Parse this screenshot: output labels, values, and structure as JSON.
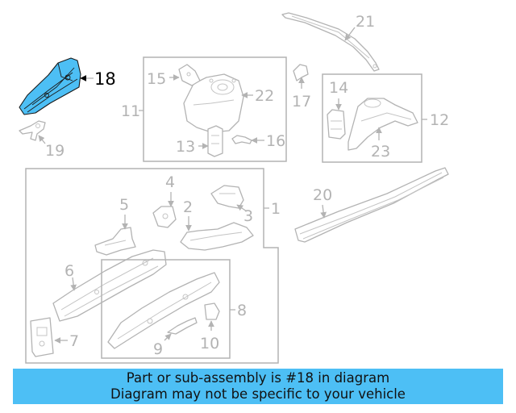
{
  "highlight_color": "#4dbff5",
  "labels": {
    "n1": "1",
    "n2": "2",
    "n3": "3",
    "n4": "4",
    "n5": "5",
    "n6": "6",
    "n7": "7",
    "n8": "8",
    "n9": "9",
    "n10": "10",
    "n11": "11",
    "n12": "12",
    "n13": "13",
    "n14": "14",
    "n15": "15",
    "n16": "16",
    "n17": "17",
    "n18": "18",
    "n19": "19",
    "n20": "20",
    "n21": "21",
    "n22": "22",
    "n23": "23"
  },
  "banner": {
    "line1": "Part or sub-assembly is #18 in diagram",
    "line2": "Diagram may not be specific to your vehicle"
  }
}
